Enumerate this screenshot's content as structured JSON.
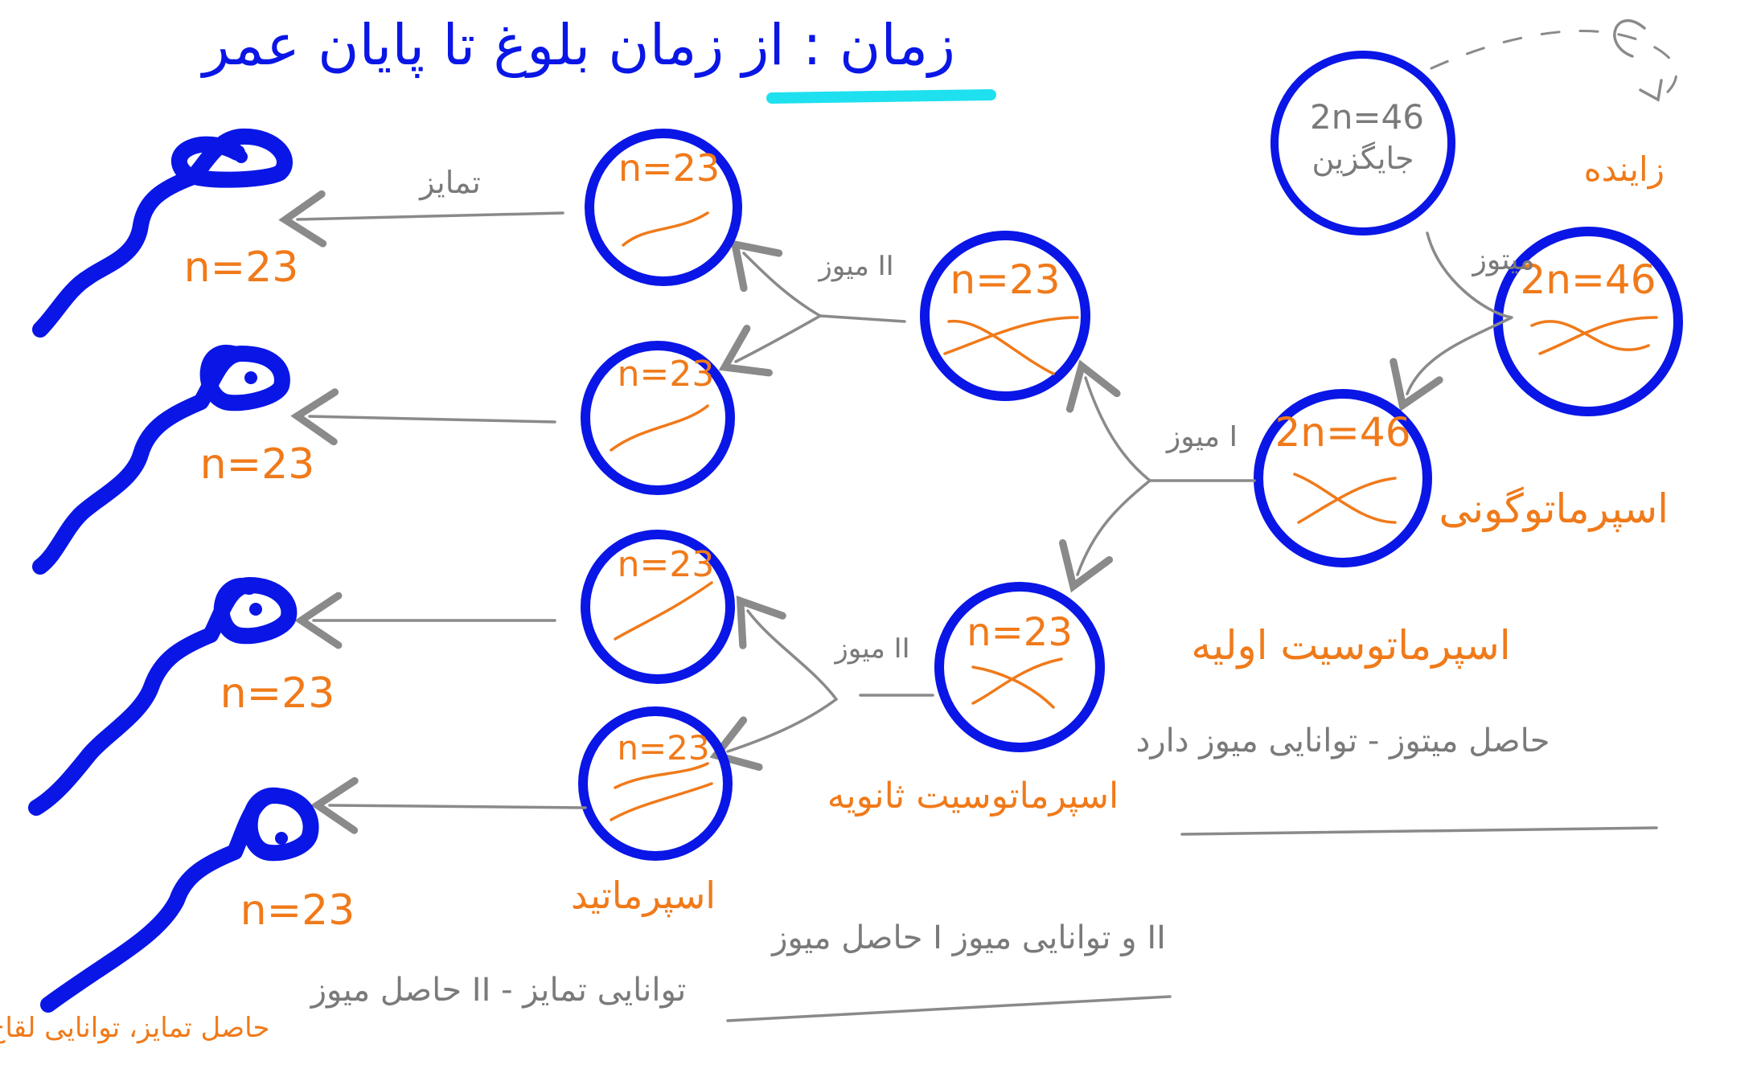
{
  "title": {
    "text": "زمان : از زمان بلوغ تا پایان عمر",
    "color": "#0a16e6",
    "underline_color": "#1ee0ef"
  },
  "cells": {
    "spermatogonium": {
      "ploidy": "2n=46",
      "label": "اسپرماتوگونی"
    },
    "replacement": {
      "ploidy": "2n=46",
      "label": "جایگزین"
    },
    "primary_spermatocyte": {
      "ploidy": "2n=46",
      "label": "اسپرماتوسیت اولیه",
      "note": "حاصل میتوز - توانایی میوز دارد"
    },
    "secondary_spermatocytes": {
      "ploidy": [
        "n=23",
        "n=23"
      ],
      "label": "اسپرماتوسیت ثانویه",
      "note": "حاصل میوز I و توانایی میوز II"
    },
    "spermatids": {
      "ploidy": [
        "n=23",
        "n=23",
        "n=23",
        "n=23"
      ],
      "label": "اسپرماتید",
      "note": "حاصل میوز II - توانایی تمایز"
    },
    "sperm": {
      "ploidy": [
        "n=23",
        "n=23",
        "n=23",
        "n=23"
      ],
      "note": "حاصل تمایز، توانایی لقاح"
    }
  },
  "arrows": {
    "mitosis": "میتوز",
    "meiosis_1": "میوز I",
    "meiosis_2_top": "میوز II",
    "meiosis_2_bottom": "میوز II",
    "differentiation": "تمایز",
    "reserve_label": "زاینده"
  },
  "colors": {
    "cell_ring": "#0a16e6",
    "annotation": "#f07a1a",
    "process": "#8a8a8a"
  }
}
